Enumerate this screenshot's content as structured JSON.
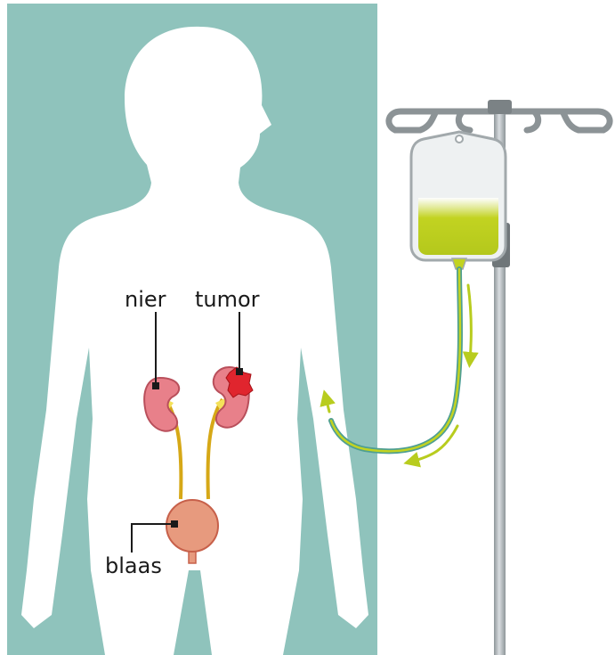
{
  "labels": {
    "kidney": "nier",
    "tumor": "tumor",
    "bladder": "blaas"
  },
  "colors": {
    "panel": "#8fc3bc",
    "body": "#ffffff",
    "kidney": "#e8808a",
    "kidney_outline": "#b94f5b",
    "tumor": "#e0252e",
    "ureter": "#d6a817",
    "bladder": "#e79a7e",
    "fluid": "#c2d321",
    "tube": "#4f9f92",
    "arrow": "#b8cc1e",
    "pole": "#a9b0b3",
    "hook": "#8c9396"
  }
}
